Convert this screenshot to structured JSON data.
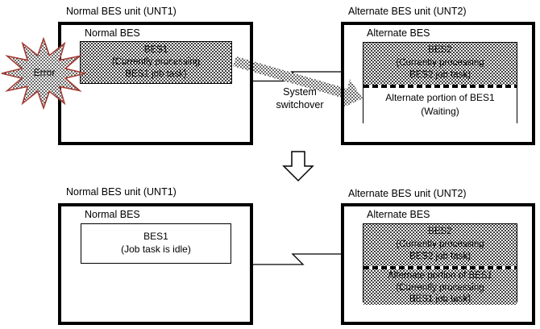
{
  "top": {
    "normal": {
      "title": "Normal BES unit (UNT1)",
      "label": "Normal BES",
      "bes1": [
        "BES1",
        "(Currently processing",
        "BES1 job task)"
      ],
      "error": "Error"
    },
    "alternate": {
      "title": "Alternate BES unit (UNT2)",
      "label": "Alternate BES",
      "bes2": [
        "BES2",
        "(Currently processing",
        "BES2 job task)"
      ],
      "portion": [
        "Alternate portion of BES1",
        "(Waiting)"
      ]
    },
    "switchover": [
      "System",
      "switchover"
    ]
  },
  "bottom": {
    "normal": {
      "title": "Normal BES unit (UNT1)",
      "label": "Normal BES",
      "bes1": [
        "BES1",
        "(Job task is idle)"
      ]
    },
    "alternate": {
      "title": "Alternate BES unit (UNT2)",
      "label": "Alternate BES",
      "bes2": [
        "BES2",
        "(Currently processing",
        "BES2 job task)"
      ],
      "portion": [
        "Alternate portion of BES1",
        "(Currently processing",
        "BES1 job task)"
      ]
    }
  },
  "colors": {
    "error_outline": "#a23b32",
    "diagram_line": "#000000"
  }
}
